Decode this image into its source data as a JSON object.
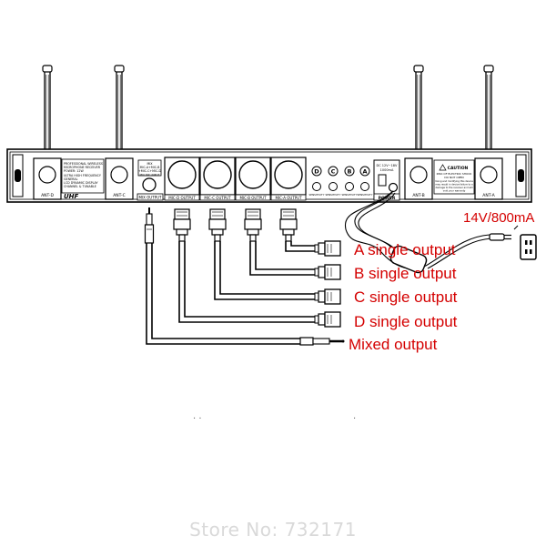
{
  "receiver": {
    "brand": "UHF",
    "info_lines": [
      "PROFESSIONAL WIRELESS",
      "MICROPHONE RECEIVER",
      "POWER: 12W",
      "ULTRA HIGH FREQUENCY",
      "GENERAL",
      "LCD DYNAMIC DISPLAY",
      "CHANNEL & TUNABLE"
    ],
    "mix_box": [
      "MIX",
      "MIC-A+MIC-B",
      "+MIC-C+MIC-D",
      "MIX MIC INPUT"
    ],
    "mix_output_label": "MIX OUTPUT",
    "output_labels": [
      "MIC-D OUTPUT",
      "MIC-C OUTPUT",
      "MIC-B OUTPUT",
      "MIC-A OUTPUT"
    ],
    "channel_letters": [
      "D",
      "C",
      "B",
      "A"
    ],
    "sensitivity_labels": [
      "SENSITIVITY",
      "SENSITIVITY",
      "SENSITIVITY",
      "SENSITIVITY"
    ],
    "power_spec": [
      "DC 12V~18V",
      "1000mA"
    ],
    "power_label": "POWER",
    "caution_title": "CAUTION",
    "caution_lines": [
      "RISK OF ELECTRIC SHOCK",
      "DO NOT OPEN",
      "Using and modifying this device",
      "may result in device failure to a",
      "damage to the receiver and will",
      "void your warranty"
    ],
    "antenna_labels": [
      "ANT-D",
      "ANT-C",
      "ANT-B",
      "ANT-A"
    ]
  },
  "annotations": {
    "power_spec": "14V/800mA",
    "outputs": [
      "A single output",
      "B single output",
      "C single output",
      "D single output"
    ],
    "mixed": "Mixed output"
  },
  "footer": "Store No: 732171",
  "colors": {
    "annotation": "#d40000",
    "line": "#000000",
    "footer": "#d9d9d9"
  }
}
